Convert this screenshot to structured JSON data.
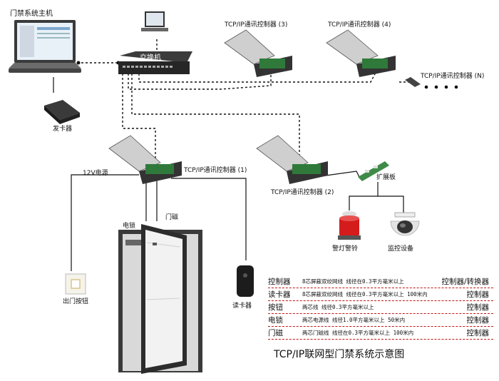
{
  "labels": {
    "host": "门禁系统主机",
    "switch": "交换机",
    "card_issuer": "发卡器",
    "ctrl3": "TCP/IP通讯控制器 (3)",
    "ctrl4": "TCP/IP通讯控制器 (4)",
    "ctrlN": "TCP/IP通讯控制器 (N)",
    "ctrl1": "TCP/IP通讯控制器 (1)",
    "ctrl2": "TCP/IP通讯控制器 (2)",
    "power": "12V电源",
    "expansion": "扩展板",
    "lock": "电锁",
    "magnet": "门磁",
    "alarm": "警灯警铃",
    "camera": "监控设备",
    "exit_button": "出门按钮",
    "reader": "读卡器"
  },
  "legend": [
    {
      "key": "控制器",
      "desc": "8芯屏蔽双绞网线  线径在0.3平方毫米以上",
      "target": "控制器/转换器"
    },
    {
      "key": "读卡器",
      "desc": "8芯屏蔽双绞网线  线径在0.3平方毫米以上  100米内",
      "target": "控制器"
    },
    {
      "key": "按钮",
      "desc": "两芯线  线径0.3平方毫米以上",
      "target": "控制器"
    },
    {
      "key": "电锁",
      "desc": "两芯电源线  线径1.0平方毫米以上  50米内",
      "target": "控制器"
    },
    {
      "key": "门磁",
      "desc": "两芯门磁线  线径在0.3平方毫米以上  100米内",
      "target": "控制器"
    }
  ],
  "title": "TCP/IP联网型门禁系统示意图",
  "colors": {
    "line": "#111111",
    "legend_rule": "#c01818",
    "device_dark": "#2a2a2a",
    "board_green": "#2f7a3a"
  }
}
